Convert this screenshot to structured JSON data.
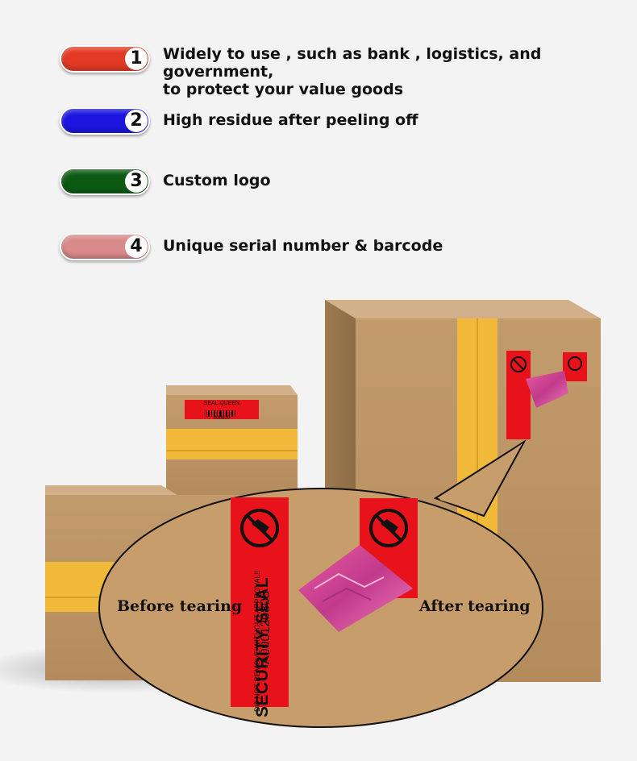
{
  "features": [
    {
      "number": "1",
      "color": "#e23a24",
      "text": "Widely to use , such as bank , logistics, and government,\nto protect your value goods"
    },
    {
      "number": "2",
      "color": "#1a16e0",
      "text": "High residue after peeling off"
    },
    {
      "number": "3",
      "color": "#0c5a12",
      "text": "Custom logo"
    },
    {
      "number": "4",
      "color": "#d98a8a",
      "text": "Unique serial number & barcode"
    }
  ],
  "bubble": {
    "before_label": "Before tearing",
    "after_label": "After tearing"
  },
  "seal": {
    "title": "SECURITY SEAL",
    "warning": "DO NOT REMOVE WITHOUT APPROVAL!!",
    "serial": "A000120808",
    "small_box_label": "SEAL QUEEN",
    "small_box_serial": "000820"
  },
  "colors": {
    "cardboard": "#c19a6b",
    "tape": "#f0b93a",
    "seal_red": "#e8121a"
  }
}
